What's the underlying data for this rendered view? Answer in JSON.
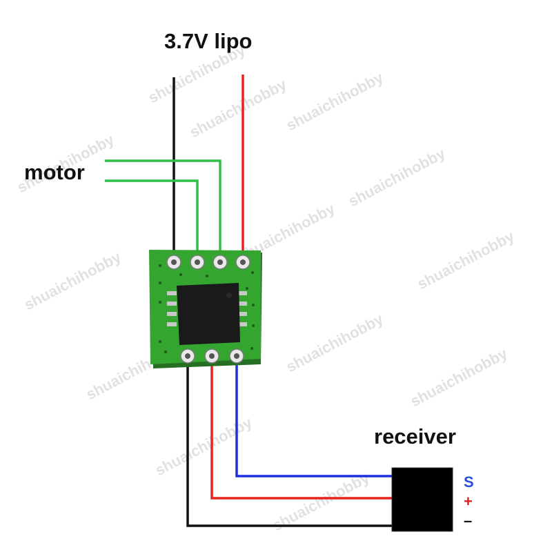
{
  "labels": {
    "battery": "3.7V lipo",
    "motor": "motor",
    "receiver": "receiver"
  },
  "receiver_pins": {
    "signal": "S",
    "plus": "+",
    "minus": "–"
  },
  "watermark": "shuaichihobby",
  "colors": {
    "board": "#2f9a2a",
    "chip": "#1a1a1a",
    "wire_black": "#111111",
    "wire_red": "#e8231f",
    "wire_green": "#2fc04a",
    "wire_blue": "#1f2fe0",
    "pin_s": "#2b4fd8",
    "pin_plus": "#e02020",
    "pin_minus": "#111111"
  }
}
